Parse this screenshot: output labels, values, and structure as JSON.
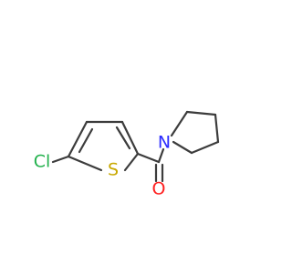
{
  "molecule": {
    "atoms": {
      "chlorine": {
        "label": "Cl",
        "color": "#22b14c"
      },
      "sulfur": {
        "label": "S",
        "color": "#c8a800"
      },
      "nitrogen": {
        "label": "N",
        "color": "#2b2bff"
      },
      "oxygen": {
        "label": "O",
        "color": "#ff2020"
      }
    },
    "bond_color": "#3c3c3c"
  }
}
